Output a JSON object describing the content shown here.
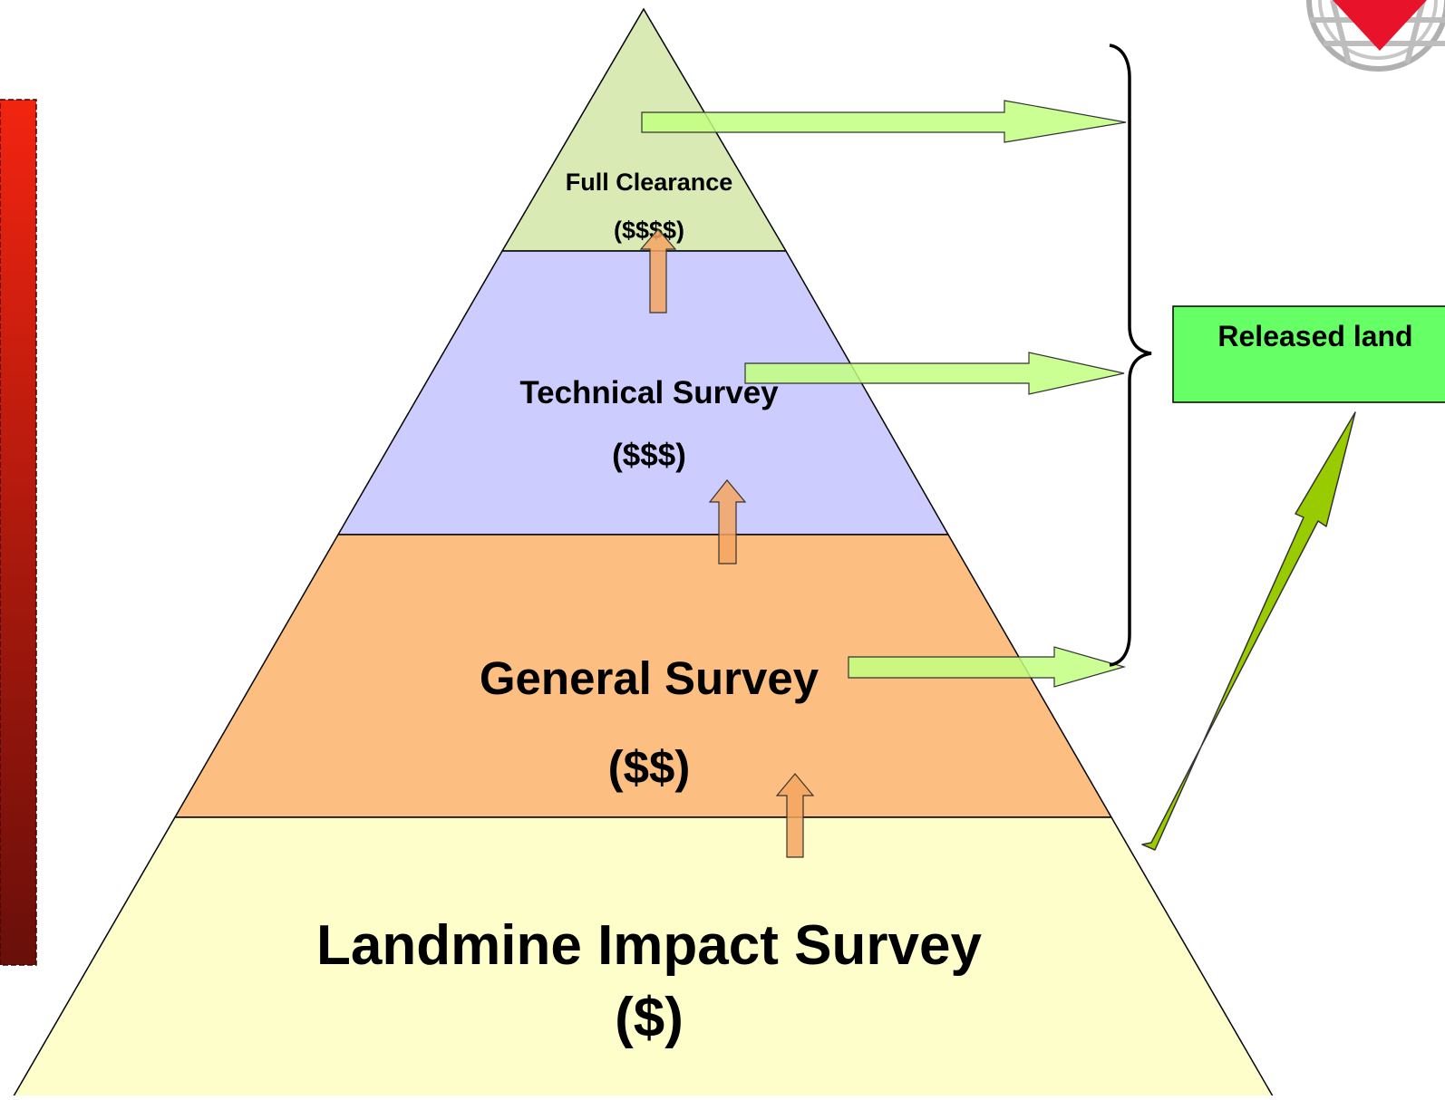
{
  "colors": {
    "tier_full_clearance": "#D9EAB5",
    "tier_technical_survey": "#CCCCFF",
    "tier_general_survey": "#FDBF81",
    "tier_landmine_impact_survey": "#FEFECB",
    "released_land_box": "#66FF66",
    "green_arrow": "#C2FF80",
    "diagonal_arrow": "#99CC00",
    "up_arrow": "#F4A460",
    "gradient_bar_top": "#F22410",
    "gradient_bar_bottom": "#690F0A",
    "outline": "#000000"
  },
  "tiers": [
    {
      "id": "full_clearance",
      "title": "Full Clearance",
      "cost": "($$$$)"
    },
    {
      "id": "technical_survey",
      "title": "Technical Survey",
      "cost": "($$$)"
    },
    {
      "id": "general_survey",
      "title": "General Survey",
      "cost": "($$)"
    },
    {
      "id": "landmine_impact_survey",
      "title": "Landmine Impact Survey",
      "cost": "($)"
    }
  ],
  "released_land": {
    "label": "Released land"
  },
  "icons": {
    "logo": "logo-icon",
    "brace": "curly-brace-icon",
    "gradient_bar": "gradient-bar"
  }
}
